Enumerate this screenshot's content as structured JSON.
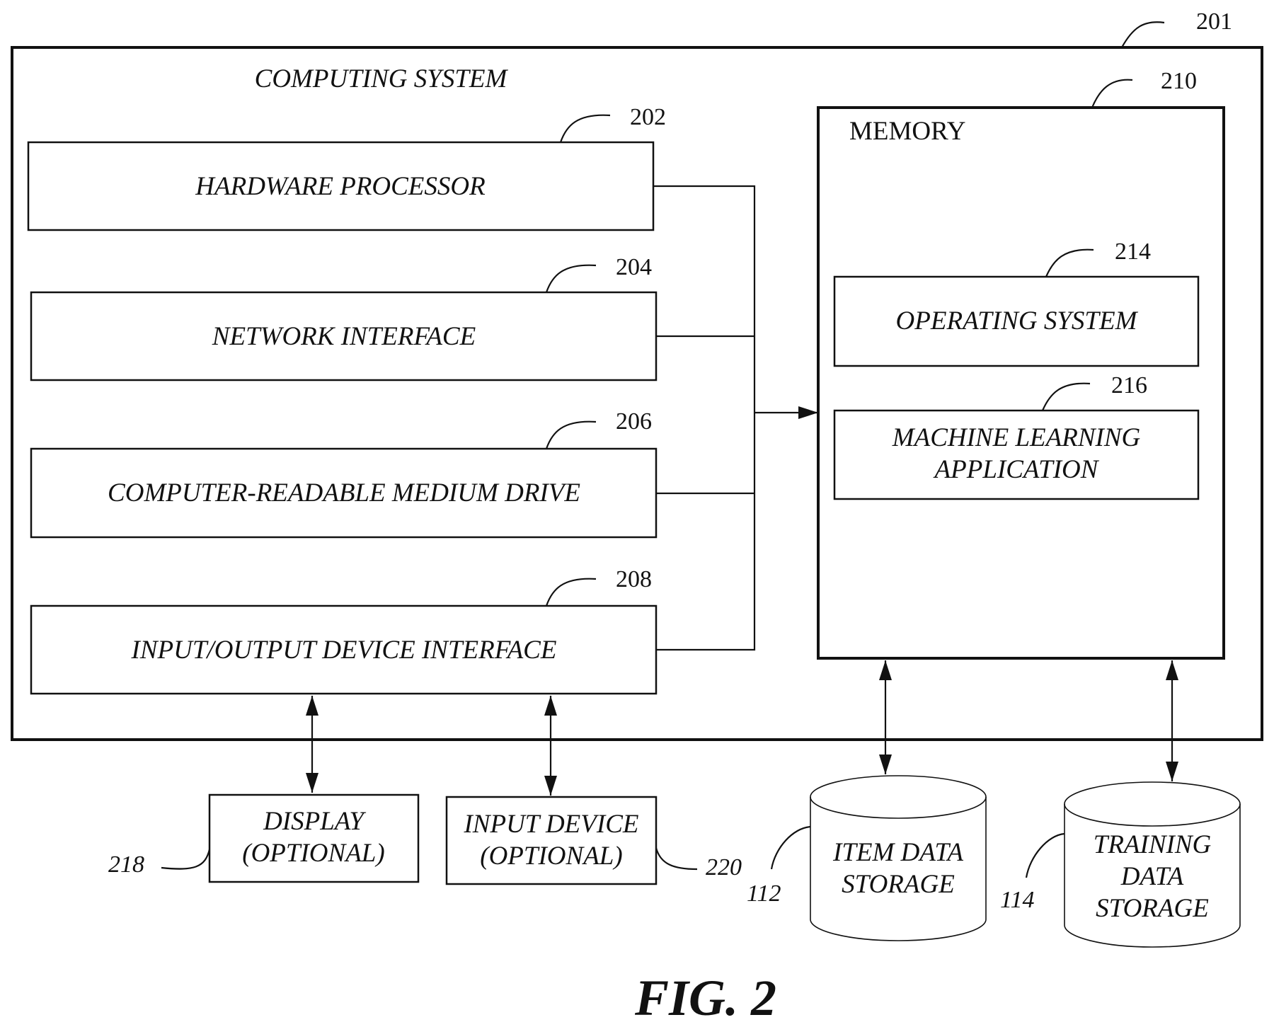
{
  "figure": {
    "caption": "FIG. 2",
    "computing_system": {
      "label": "COMPUTING SYSTEM",
      "ref": "201"
    },
    "components": [
      {
        "id": "hardware-processor",
        "label": "HARDWARE PROCESSOR",
        "ref": "202"
      },
      {
        "id": "network-interface",
        "label": "NETWORK INTERFACE",
        "ref": "204"
      },
      {
        "id": "computer-readable-medium-drive",
        "label": "COMPUTER-READABLE MEDIUM DRIVE",
        "ref": "206"
      },
      {
        "id": "input-output-device-interface",
        "label": "INPUT/OUTPUT DEVICE INTERFACE",
        "ref": "208"
      }
    ],
    "memory": {
      "label": "MEMORY",
      "ref": "210",
      "modules": [
        {
          "id": "operating-system",
          "lines": [
            "OPERATING SYSTEM"
          ],
          "ref": "214"
        },
        {
          "id": "machine-learning-application",
          "lines": [
            "MACHINE LEARNING",
            "APPLICATION"
          ],
          "ref": "216"
        }
      ]
    },
    "peripherals": [
      {
        "id": "display",
        "lines": [
          "DISPLAY",
          "(OPTIONAL)"
        ],
        "ref": "218"
      },
      {
        "id": "input-device",
        "lines": [
          "INPUT DEVICE",
          "(OPTIONAL)"
        ],
        "ref": "220"
      }
    ],
    "storage": [
      {
        "id": "item-data-storage",
        "lines": [
          "ITEM DATA",
          "STORAGE"
        ],
        "ref": "112"
      },
      {
        "id": "training-data-storage",
        "lines": [
          "TRAINING",
          "DATA",
          "STORAGE"
        ],
        "ref": "114"
      }
    ]
  }
}
